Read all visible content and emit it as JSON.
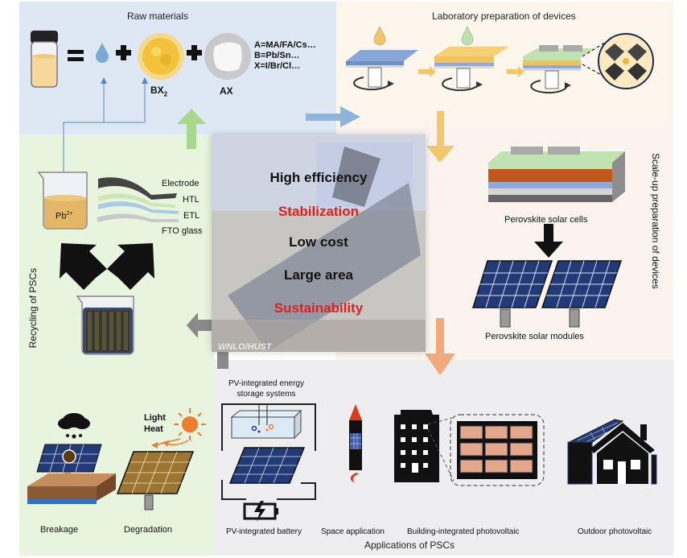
{
  "sections": {
    "raw_materials": {
      "title": "Raw materials",
      "bx2_label": "BX",
      "bx2_subscript": "2",
      "ax_label": "AX",
      "definitions": [
        "A=MA/FA/Cs…",
        "B=Pb/Sn…",
        "X=I/Br/Cl…"
      ]
    },
    "lab_preparation": {
      "title": "Laboratory preparation of devices"
    },
    "scale_up": {
      "title": "Scale-up preparation of devices",
      "cells_label": "Perovskite solar cells",
      "modules_label": "Perovskite solar modules"
    },
    "recycling": {
      "title": "Recycling of PSCs",
      "ion_label": "Pb",
      "ion_superscript": "2+",
      "layers": [
        "Electrode",
        "HTL",
        "ETL",
        "FTO glass"
      ],
      "failure_modes": [
        "Breakage",
        "Degradation"
      ],
      "stress_labels": [
        "Light",
        "Heat"
      ]
    },
    "center": {
      "features": [
        {
          "text": "High efficiency",
          "color": "#111111"
        },
        {
          "text": "Stabilization",
          "color": "#e02020"
        },
        {
          "text": "Low cost",
          "color": "#111111"
        },
        {
          "text": "Large area",
          "color": "#111111"
        },
        {
          "text": "Sustainability",
          "color": "#e02020"
        }
      ],
      "watermark": "WNLO/HUST"
    },
    "applications": {
      "title": "Applications of PSCs",
      "energy_storage_label": [
        "PV-integrated energy",
        "storage systems"
      ],
      "items": [
        "PV-integrated battery",
        "Space application",
        "Building-integrated photovoltaic",
        "Outdoor photovoltaic"
      ]
    }
  },
  "colors": {
    "raw_panel": "#dde8f4",
    "lab_panel": "#fdf6ec",
    "recycle_panel": "#e7f5de",
    "apps_panel": "#eeedf0",
    "arrow_blue": "#8fb5dc",
    "arrow_yellow": "#f4c76a",
    "arrow_green": "#a8d88a",
    "arrow_orange": "#f2a97c",
    "arrow_grey": "#8a8a8a",
    "highlight_red": "#e02020"
  }
}
